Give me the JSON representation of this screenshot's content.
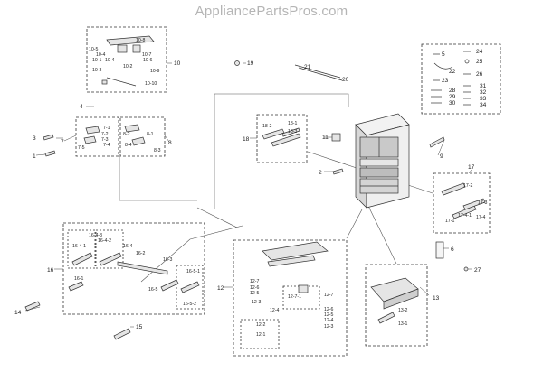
{
  "watermark": "AppliancePartsPros.com",
  "labels": {
    "n1": "1",
    "n2": "2",
    "n3": "3",
    "n4": "4",
    "n5": "5",
    "n6": "6",
    "n7": "7",
    "n8": "8",
    "n9": "9",
    "n10": "10",
    "n11": "11",
    "n12": "12",
    "n13": "13",
    "n14": "14",
    "n15": "15",
    "n16": "16",
    "n17": "17",
    "n18": "18",
    "n19": "19",
    "n20": "20",
    "n21": "21",
    "n22": "22",
    "n23": "23",
    "n24": "24",
    "n25": "25",
    "n26": "26",
    "n27": "27",
    "n28": "28",
    "n29": "29",
    "n30": "30",
    "n31": "31",
    "n32": "32",
    "n33": "33",
    "n34": "34",
    "g10_1": "10-1",
    "g10_2": "10-2",
    "g10_3": "10-3",
    "g10_4": "10-4",
    "g10_5": "10-5",
    "g10_6": "10-6",
    "g10_7": "10-7",
    "g10_8": "10-8",
    "g10_9": "10-9",
    "g10_10": "10-10",
    "g7_1": "7-1",
    "g7_2": "7-2",
    "g7_3": "7-3",
    "g7_4": "7-4",
    "g7_5": "7-5",
    "g8_1": "8-1",
    "g8_2": "8-2",
    "g8_3": "8-3",
    "g8_4": "8-4",
    "g18_1": "18-1",
    "g18_2": "18-2",
    "g18_3": "18-3",
    "g17_1": "17-1",
    "g17_2": "17-2",
    "g17_3": "17-3",
    "g17_4": "17-4",
    "g17_41": "17-4-1",
    "g16_1": "16-1",
    "g16_2": "16-2",
    "g16_3": "16-3",
    "g16_4": "16-4",
    "g16_5": "16-5",
    "g16_41": "16-4-1",
    "g16_42": "16-4-2",
    "g16_43": "16-4-3",
    "g16_51": "16-5-1",
    "g16_52": "16-5-2",
    "g12_1": "12-1",
    "g12_2": "12-2",
    "g12_3": "12-3",
    "g12_4": "12-4",
    "g12_5": "12-5",
    "g12_6": "12-6",
    "g12_7": "12-7",
    "g12_71": "12-7-1",
    "g13_1": "13-1",
    "g13_2": "13-2"
  }
}
